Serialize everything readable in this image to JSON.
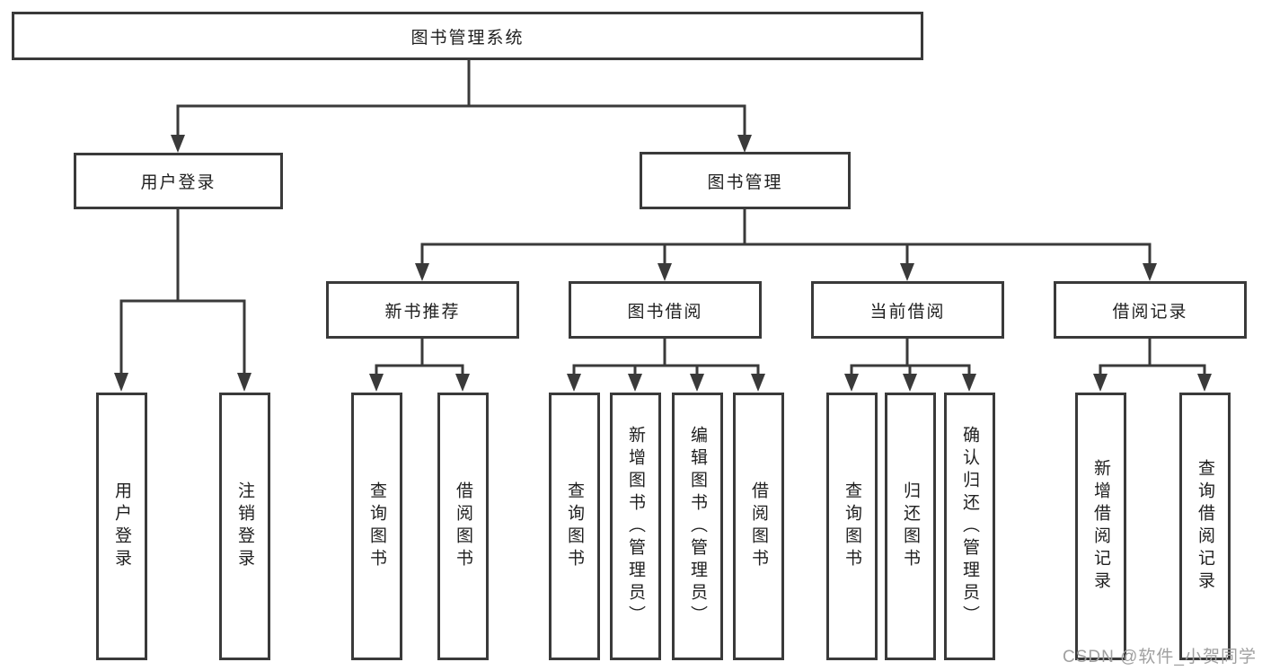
{
  "diagram_title": "图书管理系统",
  "nodes": {
    "root": "图书管理系统",
    "user_login": "用户登录",
    "book_management": "图书管理",
    "new_book_recommendation": "新书推荐",
    "book_borrowing": "图书借阅",
    "current_borrowing": "当前借阅",
    "borrowing_records": "借阅记录",
    "leaf_user_login": "用户登录",
    "leaf_logout": "注销登录",
    "leaf_nbr_query_books": "查询图书",
    "leaf_nbr_borrow_books": "借阅图书",
    "leaf_bb_query_books": "查询图书",
    "leaf_bb_add_books_admin": "新增图书（管理员）",
    "leaf_bb_edit_books_admin": "编辑图书（管理员）",
    "leaf_bb_borrow_books": "借阅图书",
    "leaf_cb_query_books": "查询图书",
    "leaf_cb_return_books": "归还图书",
    "leaf_cb_confirm_return_admin": "确认归还（管理员）",
    "leaf_br_add_record": "新增借阅记录",
    "leaf_br_query_record": "查询借阅记录"
  },
  "hierarchy": {
    "图书管理系统": {
      "用户登录": [
        "用户登录",
        "注销登录"
      ],
      "图书管理": {
        "新书推荐": [
          "查询图书",
          "借阅图书"
        ],
        "图书借阅": [
          "查询图书",
          "新增图书（管理员）",
          "编辑图书（管理员）",
          "借阅图书"
        ],
        "当前借阅": [
          "查询图书",
          "归还图书",
          "确认归还（管理员）"
        ],
        "借阅记录": [
          "新增借阅记录",
          "查询借阅记录"
        ]
      }
    }
  },
  "watermark": "CSDN @软件_小贺同学",
  "colors": {
    "line": "#3a3a3a",
    "text": "#1f1f1f",
    "watermark": "#a0a0a0",
    "background": "#ffffff"
  }
}
